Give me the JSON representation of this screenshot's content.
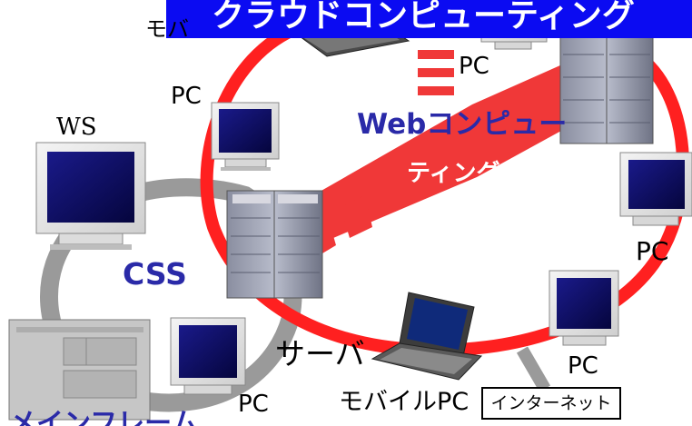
{
  "title": "クラウドコンピューティング",
  "labels": {
    "mobile_top": "モバ",
    "pc_top_left": "PC",
    "pc_top_center": "PC",
    "ws": "WS",
    "web_computing_line1": "Webコンピュー",
    "web_computing_line2": "ティング",
    "css": "CSS",
    "pc_right_upper": "PC",
    "pc_right_lower": "PC",
    "server": "サーバ",
    "pc_bottom_left": "PC",
    "mobile_pc_bottom": "モバイルPC",
    "internet": "インターネット",
    "mainframe": "メインフレーム"
  },
  "colors": {
    "ring_red": "#ff2020",
    "ring_grey": "#9a9a9a",
    "banner_blue": "#0b0bf2",
    "label_blue": "#2a2aa8",
    "screen": "#0b0b6e"
  }
}
